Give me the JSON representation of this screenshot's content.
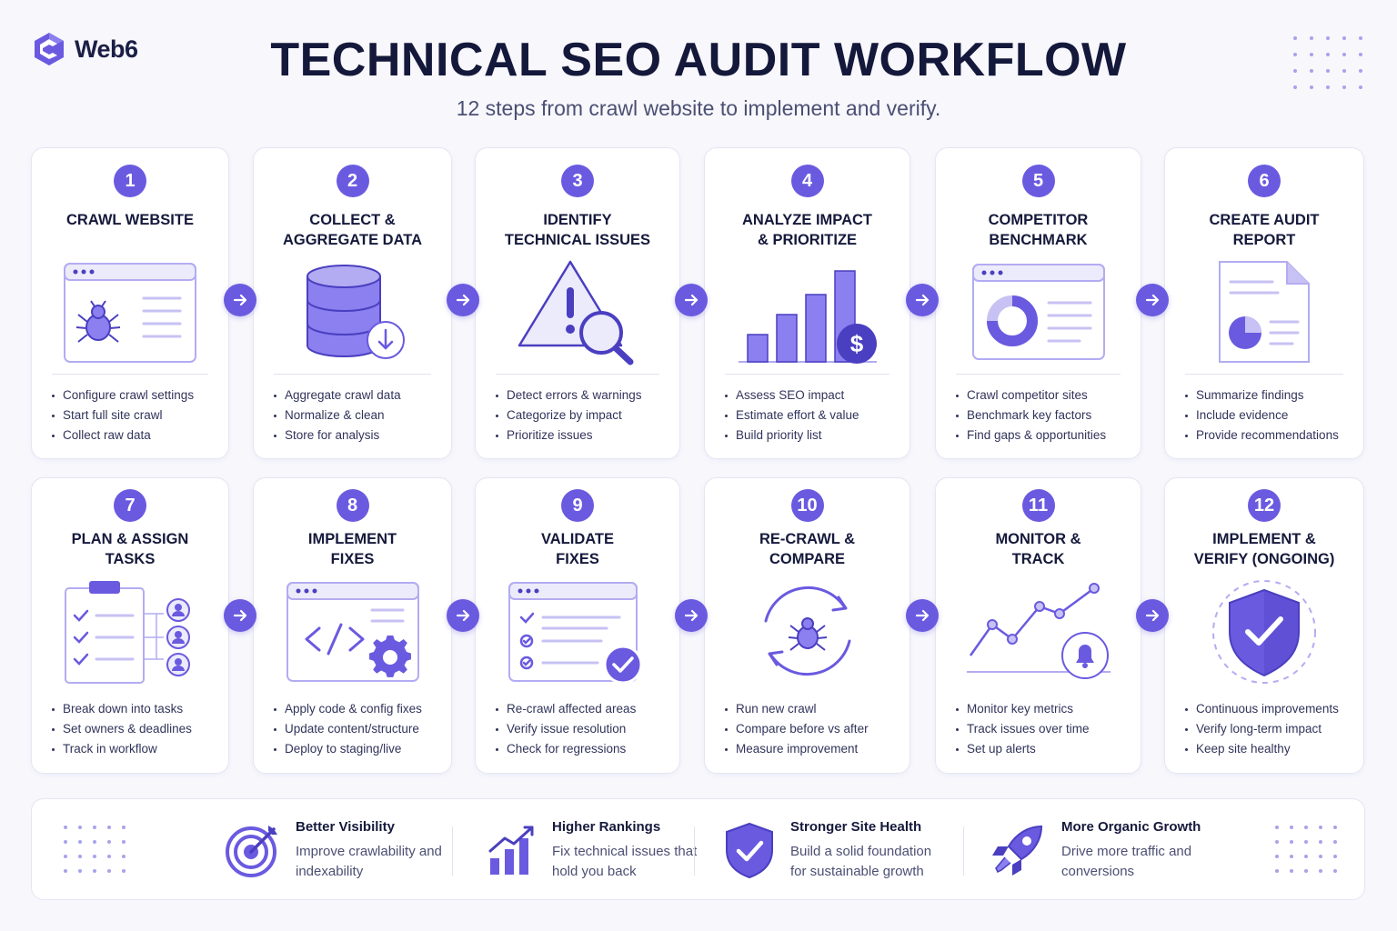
{
  "brand": {
    "name": "Web6"
  },
  "header": {
    "title": "TECHNICAL SEO AUDIT WORKFLOW",
    "subtitle": "12 steps from crawl website to implement and verify."
  },
  "colors": {
    "accent": "#6a5ae0",
    "accent_light": "#b3acf2",
    "text": "#15193b"
  },
  "steps": [
    {
      "number": "1",
      "title": "CRAWL WEBSITE",
      "icon": "spider-browser-icon",
      "bullets": [
        "Configure crawl settings",
        "Start full site crawl",
        "Collect raw data"
      ]
    },
    {
      "number": "2",
      "title": "COLLECT &\nAGGREGATE DATA",
      "icon": "database-icon",
      "bullets": [
        "Aggregate crawl data",
        "Normalize & clean",
        "Store for analysis"
      ]
    },
    {
      "number": "3",
      "title": "IDENTIFY\nTECHNICAL ISSUES",
      "icon": "warning-search-icon",
      "bullets": [
        "Detect errors & warnings",
        "Categorize by impact",
        "Prioritize issues"
      ]
    },
    {
      "number": "4",
      "title": "ANALYZE IMPACT\n& PRIORITIZE",
      "icon": "bar-chart-dollar-icon",
      "bullets": [
        "Assess SEO impact",
        "Estimate effort & value",
        "Build priority list"
      ]
    },
    {
      "number": "5",
      "title": "COMPETITOR\nBENCHMARK",
      "icon": "donut-chart-browser-icon",
      "bullets": [
        "Crawl competitor sites",
        "Benchmark key factors",
        "Find gaps & opportunities"
      ]
    },
    {
      "number": "6",
      "title": "CREATE AUDIT\nREPORT",
      "icon": "report-document-icon",
      "bullets": [
        "Summarize findings",
        "Include evidence",
        "Provide recommendations"
      ]
    },
    {
      "number": "7",
      "title": "PLAN & ASSIGN\nTASKS",
      "icon": "clipboard-users-icon",
      "bullets": [
        "Break down into tasks",
        "Set owners & deadlines",
        "Track in workflow"
      ]
    },
    {
      "number": "8",
      "title": "IMPLEMENT\nFIXES",
      "icon": "code-gear-icon",
      "bullets": [
        "Apply code & config fixes",
        "Update content/structure",
        "Deploy to staging/live"
      ]
    },
    {
      "number": "9",
      "title": "VALIDATE\nFIXES",
      "icon": "checklist-browser-icon",
      "bullets": [
        "Re-crawl affected areas",
        "Verify issue resolution",
        "Check for regressions"
      ]
    },
    {
      "number": "10",
      "title": "RE-CRAWL &\nCOMPARE",
      "icon": "spider-cycle-icon",
      "bullets": [
        "Run new crawl",
        "Compare before vs after",
        "Measure improvement"
      ]
    },
    {
      "number": "11",
      "title": "MONITOR &\nTRACK",
      "icon": "line-chart-bell-icon",
      "bullets": [
        "Monitor key metrics",
        "Track issues over time",
        "Set up alerts"
      ]
    },
    {
      "number": "12",
      "title": "IMPLEMENT &\nVERIFY (ONGOING)",
      "icon": "shield-check-icon",
      "bullets": [
        "Continuous improvements",
        "Verify long-term impact",
        "Keep site healthy"
      ]
    }
  ],
  "benefits": [
    {
      "title": "Better Visibility",
      "desc": "Improve crawlability and indexability",
      "icon": "target-icon"
    },
    {
      "title": "Higher Rankings",
      "desc": "Fix technical issues that hold you back",
      "icon": "rising-bars-icon"
    },
    {
      "title": "Stronger Site Health",
      "desc": "Build a solid foundation for sustainable growth",
      "icon": "shield-check-icon"
    },
    {
      "title": "More Organic Growth",
      "desc": "Drive more traffic and conversions",
      "icon": "rocket-icon"
    }
  ]
}
